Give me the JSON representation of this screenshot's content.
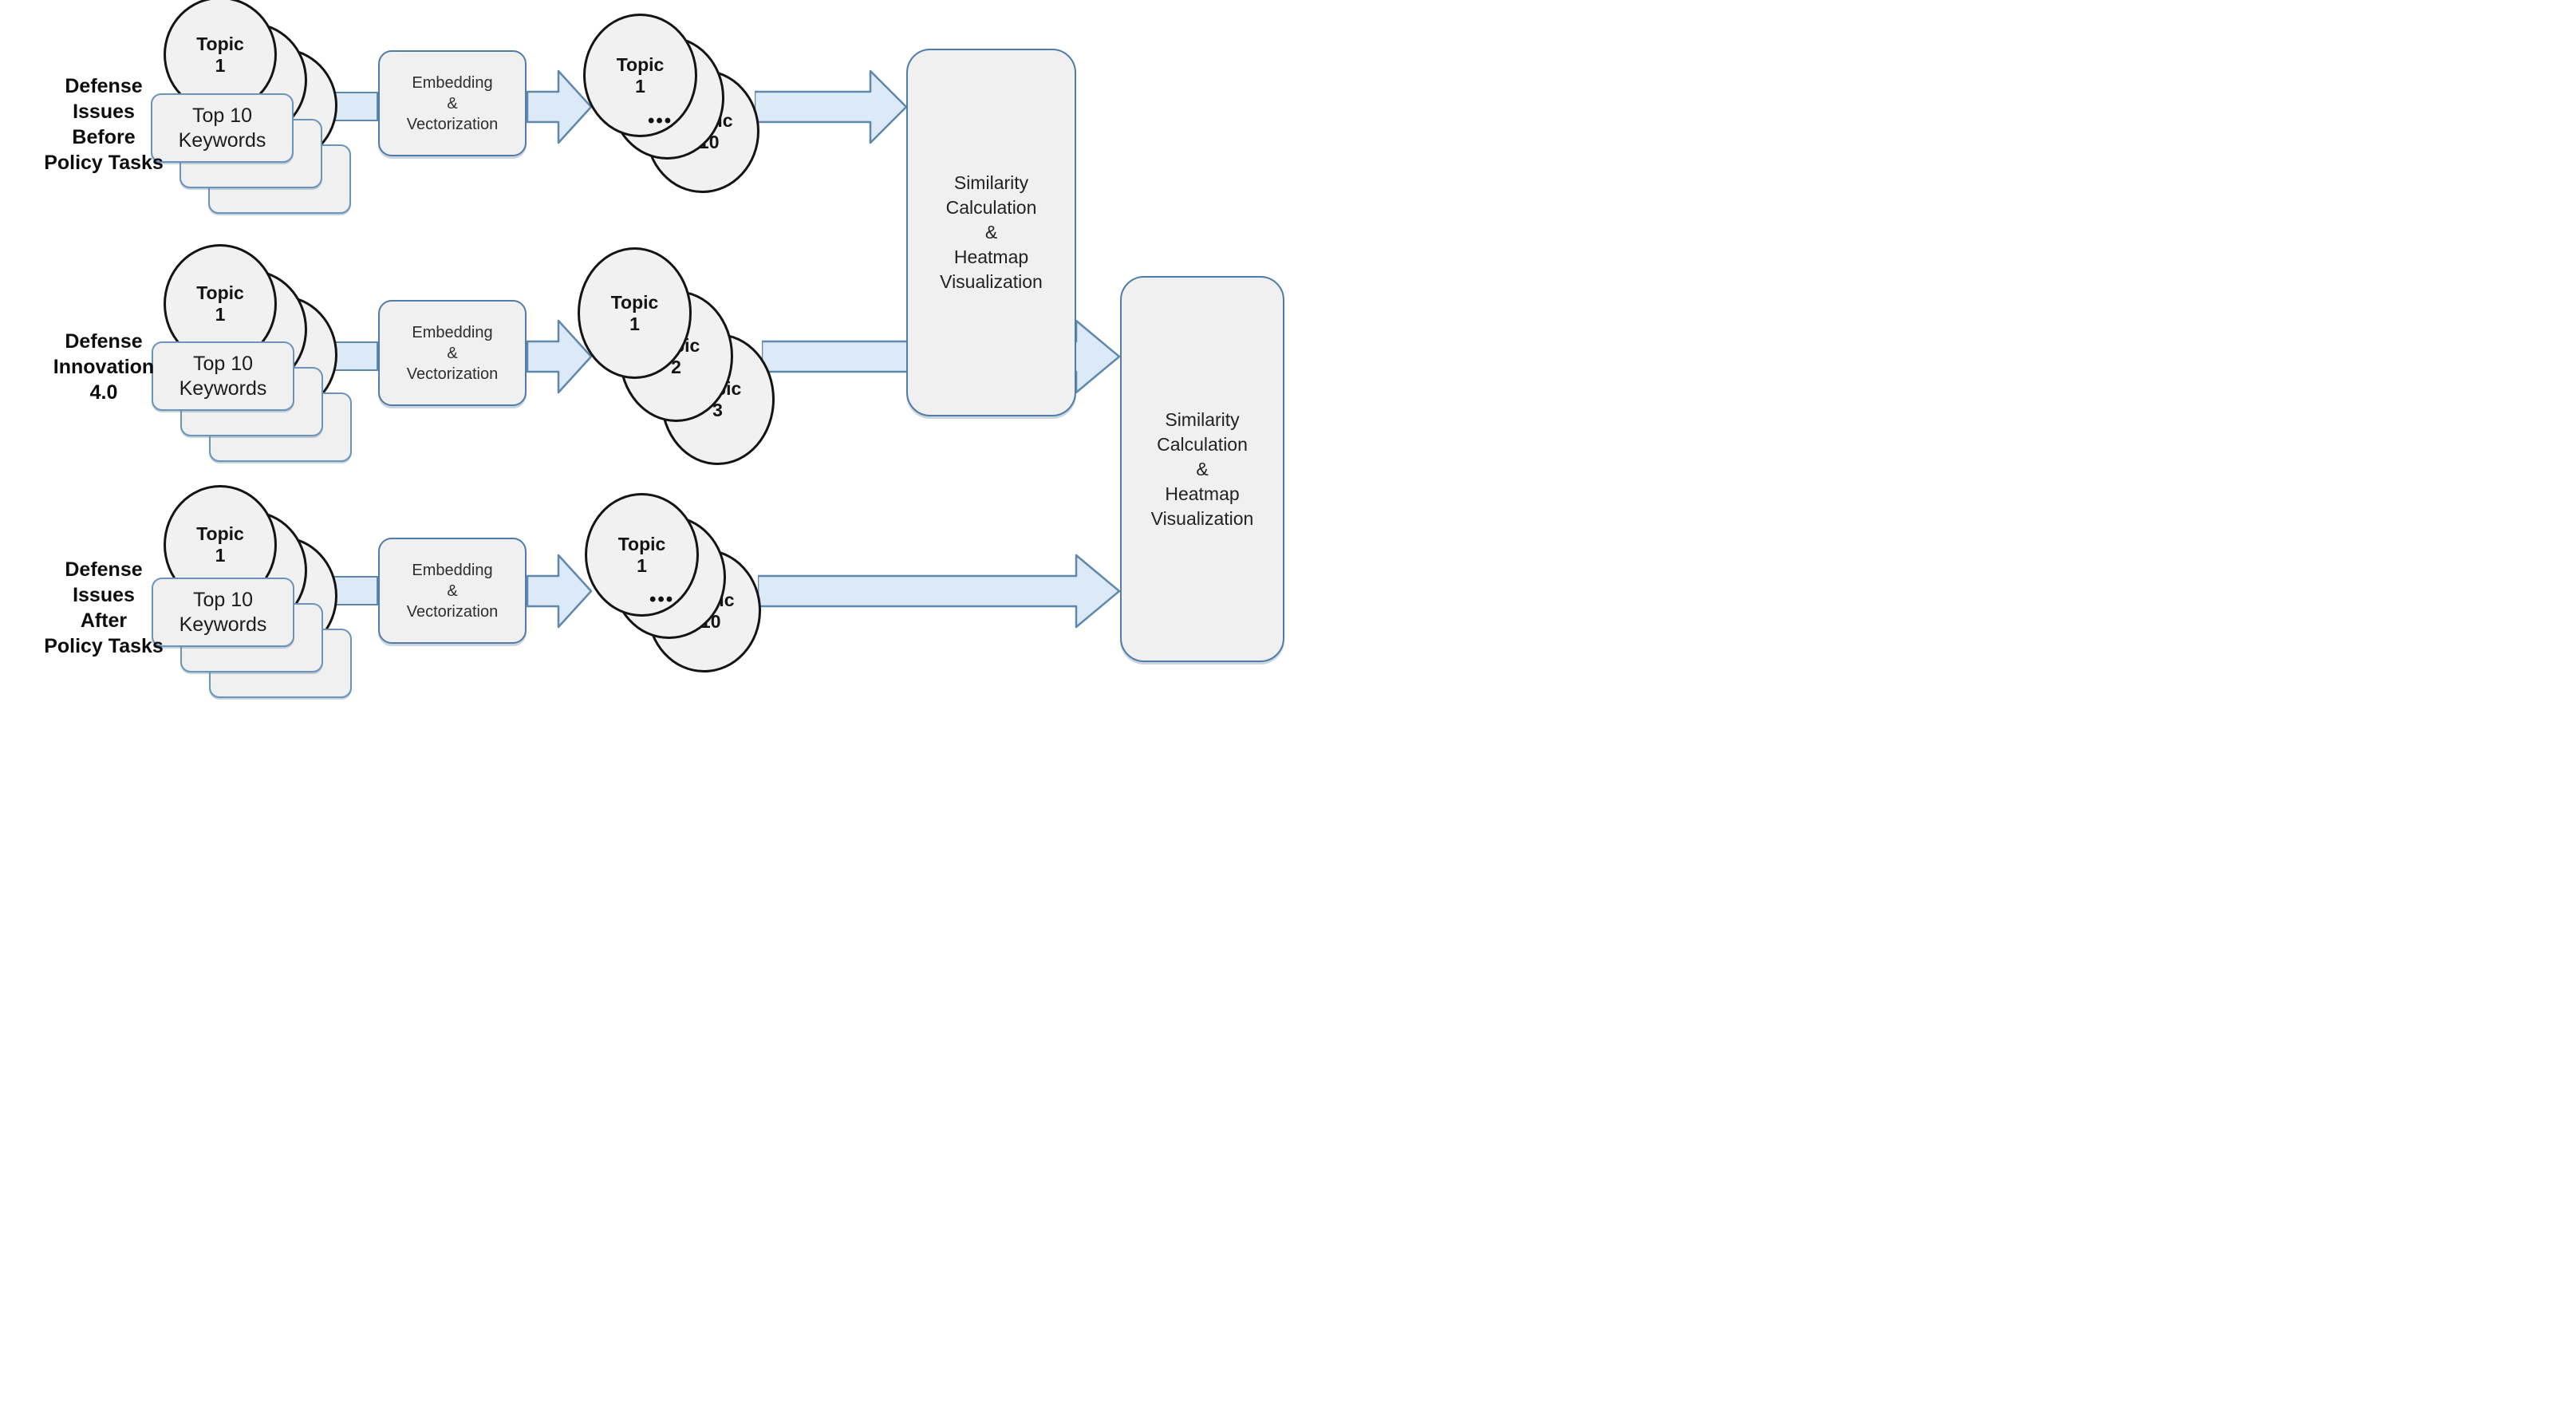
{
  "rows": [
    {
      "label_lines": [
        "Defense",
        "Issues",
        "Before",
        "Policy Tasks"
      ],
      "source_topic": [
        "Topic",
        "1"
      ],
      "keywords_lines": [
        "Top 10",
        "Keywords"
      ],
      "process_lines": [
        "Embedding",
        "&",
        "Vectorization"
      ],
      "output_topics": {
        "first": [
          "Topic",
          "1"
        ],
        "middle": "•••",
        "last": [
          "Topic",
          "10"
        ]
      }
    },
    {
      "label_lines": [
        "Defense",
        "Innovation",
        "4.0"
      ],
      "source_topic": [
        "Topic",
        "1"
      ],
      "keywords_lines": [
        "Top 10",
        "Keywords"
      ],
      "process_lines": [
        "Embedding",
        "&",
        "Vectorization"
      ],
      "output_topics": {
        "first": [
          "Topic",
          "1"
        ],
        "middle": [
          "Topic",
          "2"
        ],
        "last": [
          "Topic",
          "3"
        ]
      }
    },
    {
      "label_lines": [
        "Defense",
        "Issues",
        "After",
        "Policy Tasks"
      ],
      "source_topic": [
        "Topic",
        "1"
      ],
      "keywords_lines": [
        "Top 10",
        "Keywords"
      ],
      "process_lines": [
        "Embedding",
        "&",
        "Vectorization"
      ],
      "output_topics": {
        "first": [
          "Topic",
          "1"
        ],
        "middle": "•••",
        "last": [
          "Topic",
          "10"
        ]
      }
    }
  ],
  "similarity_boxes": [
    {
      "lines": [
        "Similarity",
        "Calculation",
        "&",
        "Heatmap",
        "Visualization"
      ]
    },
    {
      "lines": [
        "Similarity",
        "Calculation",
        "&",
        "Heatmap",
        "Visualization"
      ]
    }
  ],
  "colors": {
    "arrow_fill": "#dce9f6",
    "arrow_stroke": "#5f88ad",
    "shape_fill": "#f0f0f0",
    "process_box_border": "#4f7ca8",
    "keywords_card_border": "#6a94ba",
    "circle_border": "#141414",
    "text": "#161616",
    "background": "#ffffff"
  }
}
